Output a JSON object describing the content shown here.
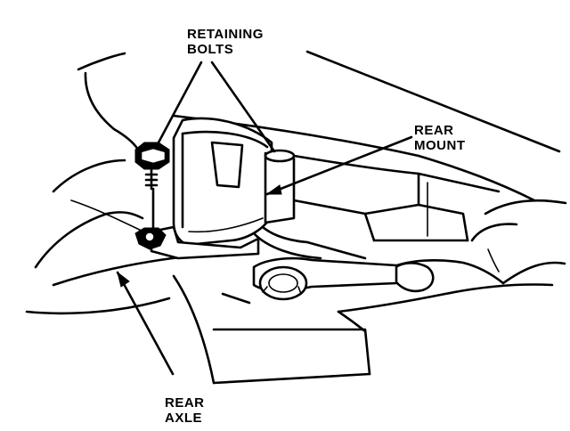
{
  "labels": {
    "retaining_bolts": [
      "RETAINING",
      "BOLTS"
    ],
    "rear_mount": [
      "REAR",
      "MOUNT"
    ],
    "rear_axle": [
      "REAR",
      "AXLE"
    ]
  }
}
